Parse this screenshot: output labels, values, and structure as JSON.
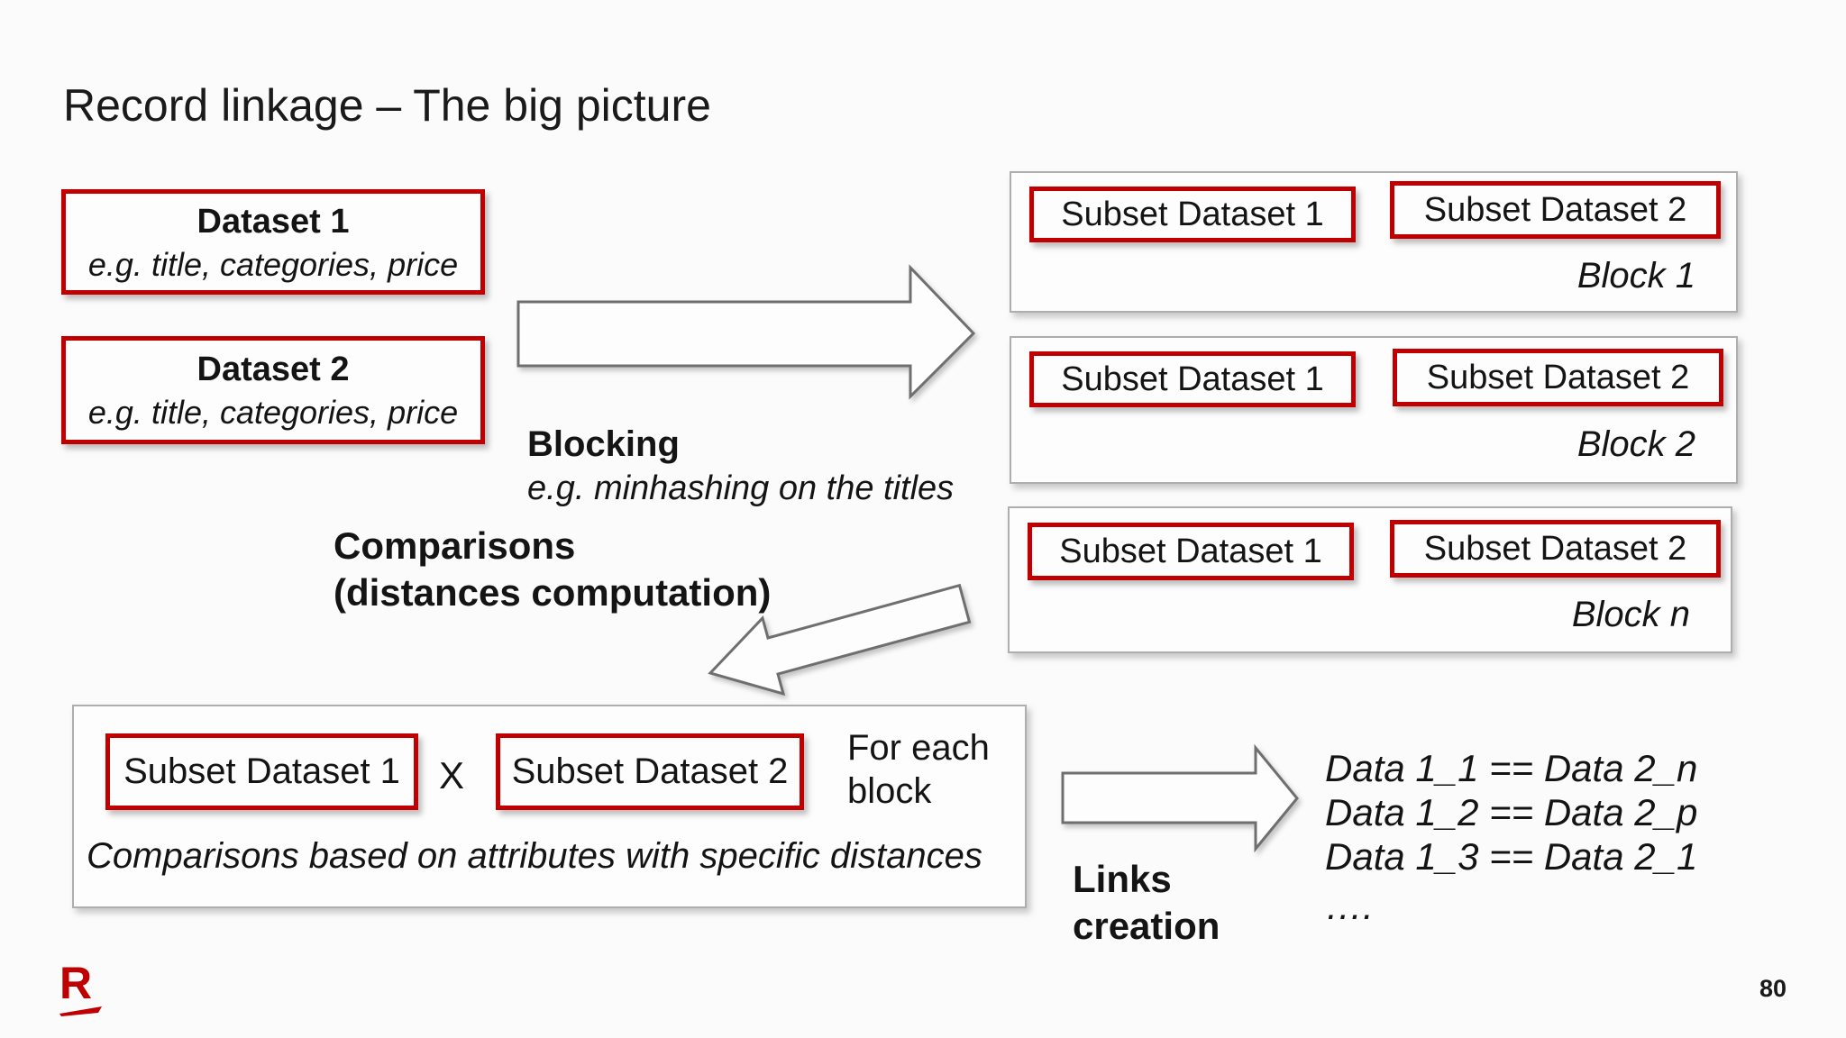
{
  "slide": {
    "title": "Record linkage – The big picture",
    "page_number": "80"
  },
  "datasets": [
    {
      "title": "Dataset 1",
      "subtitle": "e.g. title, categories, price"
    },
    {
      "title": "Dataset 2",
      "subtitle": "e.g. title, categories, price"
    }
  ],
  "blocking": {
    "label": "Blocking",
    "sublabel": "e.g. minhashing on the titles"
  },
  "blocks": [
    {
      "left": "Subset Dataset 1",
      "right": "Subset Dataset 2",
      "name": "Block 1"
    },
    {
      "left": "Subset Dataset 1",
      "right": "Subset Dataset 2",
      "name": "Block 2"
    },
    {
      "left": "Subset Dataset 1",
      "right": "Subset Dataset 2",
      "name": "Block n"
    }
  ],
  "comparisons": {
    "line1": "Comparisons",
    "line2": "(distances computation)"
  },
  "pairing": {
    "left": "Subset Dataset 1",
    "operator": "X",
    "right": "Subset Dataset 2",
    "note1": "For each",
    "note2": "block",
    "caption": "Comparisons based on attributes with specific distances"
  },
  "links": {
    "line1": "Links",
    "line2": "creation",
    "results": [
      "Data 1_1 == Data 2_n",
      "Data 1_2 == Data 2_p",
      "Data 1_3 == Data 2_1",
      "…."
    ]
  },
  "logo": {
    "letter": "R"
  },
  "icons": {
    "blocking_arrow": "right-block-arrow",
    "comparisons_arrow": "down-left-block-arrow",
    "links_arrow": "right-block-arrow"
  },
  "colors": {
    "accent_red": "#c00000",
    "logo_red": "#bf0000",
    "arrow_outline": "#6f6f6f",
    "container_border": "#aeaeae",
    "background": "#fbfbfb",
    "text": "#141414"
  }
}
